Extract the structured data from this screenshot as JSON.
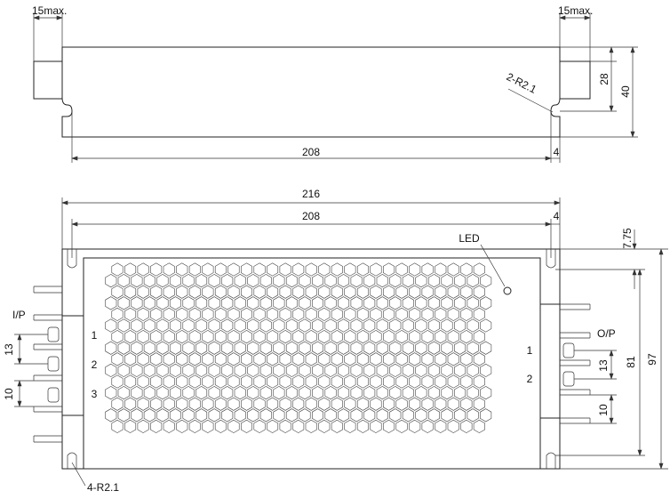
{
  "side_view": {
    "top_left_label": "15max.",
    "top_right_label": "15max.",
    "hole_label": "2-R2.1",
    "length_label": "208",
    "end_label": "4",
    "height_inner_label": "28",
    "height_outer_label": "40"
  },
  "top_view": {
    "width_overall_label": "216",
    "width_inner_label": "208",
    "end_label": "4",
    "led_label": "LED",
    "input_label": "I/P",
    "output_label": "O/P",
    "input_pins": [
      "1",
      "2",
      "3"
    ],
    "output_pins": [
      "1",
      "2"
    ],
    "input_pitch_upper": "13",
    "input_pitch_lower": "10",
    "output_pitch_upper": "13",
    "output_pitch_lower": "10",
    "top_offset_label": "7.75",
    "depth_inner_label": "81",
    "depth_overall_label": "97",
    "hole_label": "4-R2.1"
  }
}
